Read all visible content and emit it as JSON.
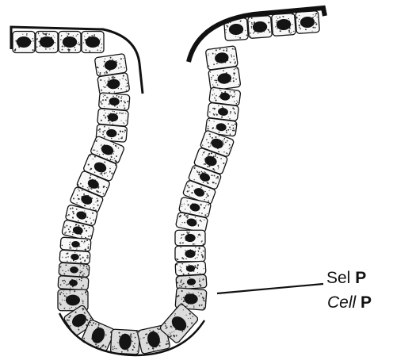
{
  "labels": {
    "sel_prefix": "Sel",
    "sel_letter": "P",
    "cell_prefix": "Cell",
    "cell_letter": "P"
  },
  "colors": {
    "cell_fill": "#f7f7f7",
    "gland_base_fill": "#dcdcdc",
    "outline": "#111111",
    "nucleus": "#141414",
    "stipple": "#333333"
  }
}
